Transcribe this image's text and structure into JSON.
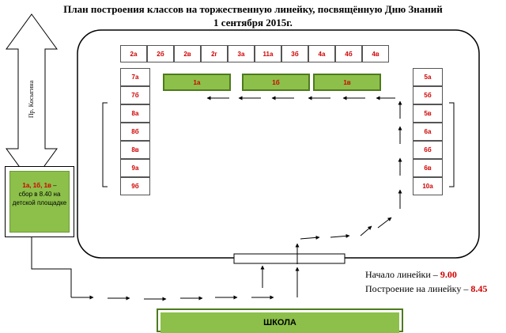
{
  "title": {
    "line1": "План построения классов на торжественную линейку, посвящённую Дню Знаний",
    "line2": "1 сентября 2015г."
  },
  "street_label": "Пр. Косыгина",
  "top_row": [
    "2а",
    "2б",
    "2в",
    "2г",
    "3а",
    "11а",
    "3б",
    "4а",
    "4б",
    "4в"
  ],
  "left_column": [
    "7а",
    "7б",
    "8а",
    "8б",
    "8в",
    "9а",
    "9б"
  ],
  "right_column": [
    "5а",
    "5б",
    "5в",
    "6а",
    "6б",
    "6в",
    "10а"
  ],
  "first_grade": [
    "1а",
    "1б",
    "1в"
  ],
  "assembly_note": {
    "classes": "1а, 1б, 1в",
    "dash": " –",
    "text": "сбор в 8.40 на детской площадке"
  },
  "schedule": {
    "start_label": "Начало линейки – ",
    "start_time": "9.00",
    "lineup_label": "Построение на линейку – ",
    "lineup_time": "8.45"
  },
  "school_label": "ШКОЛА",
  "colors": {
    "green": "#8cc04a",
    "red": "#d00000"
  }
}
